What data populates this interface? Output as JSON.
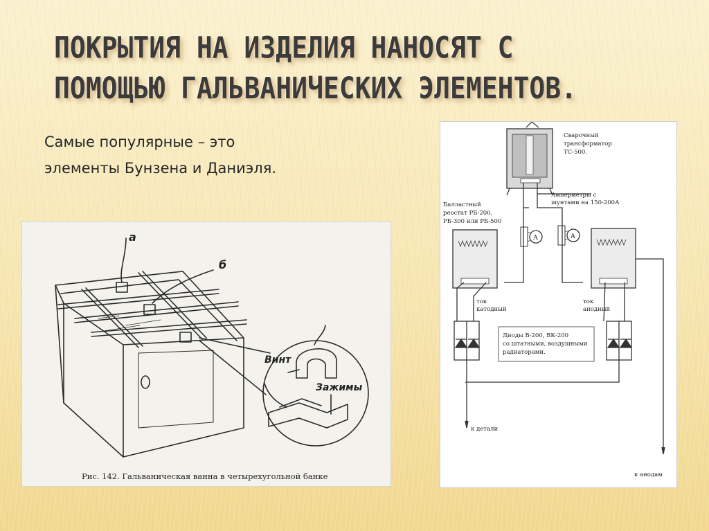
{
  "slide": {
    "title_lines": [
      "ПОКРЫТИЯ НА ИЗДЕЛИЯ НАНОСЯТ С",
      "ПОМОЩЬЮ ГАЛЬВАНИЧЕСКИХ ЭЛЕМЕНТОВ."
    ],
    "subtitle_lines": [
      "Самые популярные – это",
      "элементы Бунзена и Даниэля."
    ]
  },
  "figure_left": {
    "label_a": "а",
    "label_b": "б",
    "label_vint": "Винт",
    "label_zazhimy": "Зажимы",
    "caption": "Рис. 142. Гальваническая ванна в четырехугольной банке"
  },
  "figure_right": {
    "transformer_lines": [
      "Сварочный",
      "трансформатор",
      "ТС-500."
    ],
    "ammeters_lines": [
      "Амперметры с",
      "шунтами на 150-200А"
    ],
    "rheostat_lines": [
      "Балластный",
      "реостат  РБ-200,",
      "РБ-300 или РБ-500"
    ],
    "ammeter_symbol": "А",
    "cathode_lines": [
      "ток",
      "катодный"
    ],
    "anode_lines": [
      "ток",
      "анодный"
    ],
    "diodes_lines": [
      "Диоды В-200, ВК-200",
      "со штатными, воздушными",
      "радиаторами."
    ],
    "to_part": "к детали",
    "to_anodes": "к анодам"
  }
}
